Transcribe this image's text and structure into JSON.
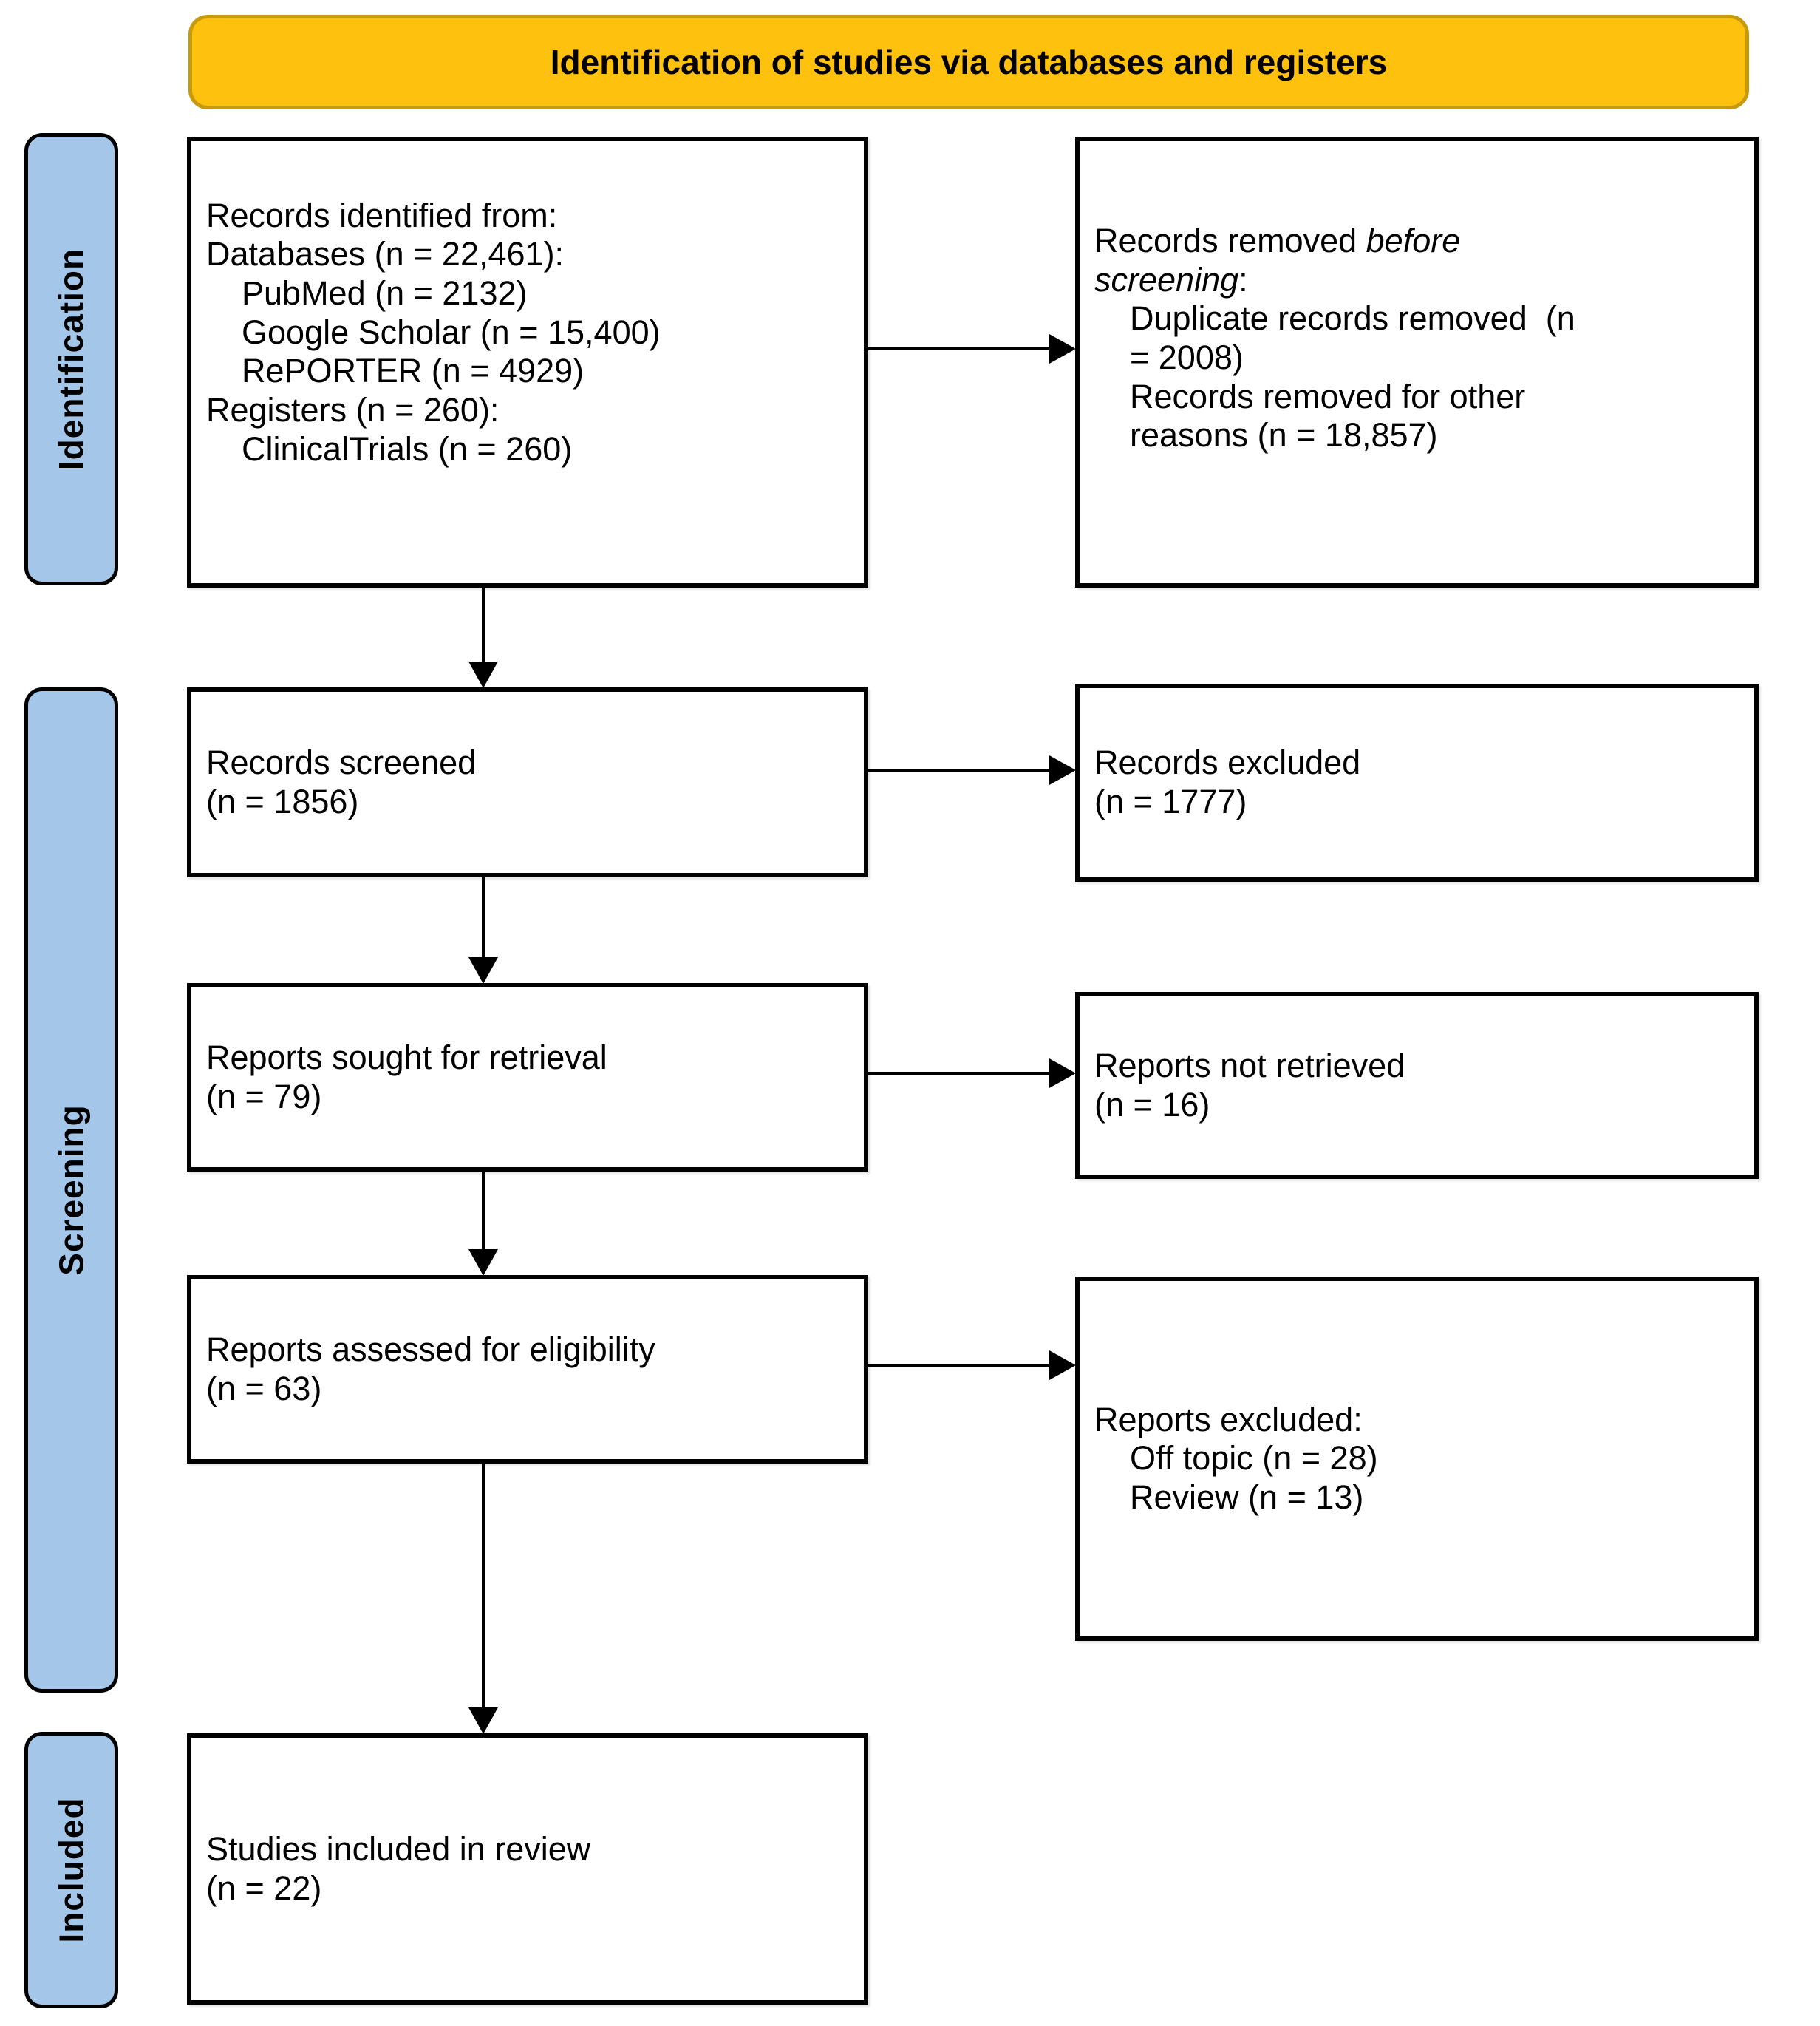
{
  "banner": {
    "title": "Identification of studies via databases and registers"
  },
  "sidebars": {
    "identification": {
      "label": "Identification"
    },
    "screening": {
      "label": "Screening"
    },
    "included": {
      "label": "Included"
    }
  },
  "boxes": {
    "records_identified": {
      "lines": [
        {
          "indent": 0,
          "text": "Records identified from:"
        },
        {
          "indent": 0,
          "text": "Databases (n = 22,461):"
        },
        {
          "indent": 1,
          "text": "PubMed (n = 2132)"
        },
        {
          "indent": 1,
          "text": "Google Scholar (n = 15,400)"
        },
        {
          "indent": 1,
          "text": "RePORTER (n = 4929)"
        },
        {
          "indent": 0,
          "text": "Registers (n = 260):"
        },
        {
          "indent": 1,
          "text": "ClinicalTrials (n = 260)"
        }
      ]
    },
    "records_removed": {
      "lines": [
        {
          "indent": 0,
          "runs": [
            {
              "text": "Records removed "
            },
            {
              "text": "before",
              "italic": true
            }
          ]
        },
        {
          "indent": 0,
          "runs": [
            {
              "text": "screening",
              "italic": true
            },
            {
              "text": ":"
            }
          ]
        },
        {
          "indent": 1,
          "text": "Duplicate records removed  (n"
        },
        {
          "indent": 1,
          "text": "= 2008)"
        },
        {
          "indent": 1,
          "text": "Records removed for other"
        },
        {
          "indent": 1,
          "text": "reasons (n = 18,857)"
        }
      ]
    },
    "records_screened": {
      "lines": [
        {
          "indent": 0,
          "text": "Records screened"
        },
        {
          "indent": 0,
          "text": "(n = 1856)"
        }
      ]
    },
    "records_excluded": {
      "lines": [
        {
          "indent": 0,
          "text": "Records excluded"
        },
        {
          "indent": 0,
          "text": "(n = 1777)"
        }
      ]
    },
    "reports_sought": {
      "lines": [
        {
          "indent": 0,
          "text": "Reports sought for retrieval"
        },
        {
          "indent": 0,
          "text": "(n = 79)"
        }
      ]
    },
    "reports_not_retrieved": {
      "lines": [
        {
          "indent": 0,
          "text": "Reports not retrieved"
        },
        {
          "indent": 0,
          "text": "(n = 16)"
        }
      ]
    },
    "reports_assessed": {
      "lines": [
        {
          "indent": 0,
          "text": "Reports assessed for eligibility"
        },
        {
          "indent": 0,
          "text": "(n = 63)"
        }
      ]
    },
    "reports_excluded": {
      "lines": [
        {
          "indent": 0,
          "text": "Reports excluded:"
        },
        {
          "indent": 1,
          "text": "Off topic (n = 28)"
        },
        {
          "indent": 1,
          "text": "Review (n = 13)"
        }
      ]
    },
    "studies_included": {
      "lines": [
        {
          "indent": 0,
          "text": "Studies included in review"
        },
        {
          "indent": 0,
          "text": "(n = 22)"
        }
      ]
    }
  },
  "colors": {
    "banner_fill": "#FEC10D",
    "banner_border": "#C6990F",
    "sidebar_fill": "#A4C7E9",
    "sidebar_border": "#000000",
    "box_border": "#000000",
    "arrow": "#000000",
    "text": "#000000"
  }
}
